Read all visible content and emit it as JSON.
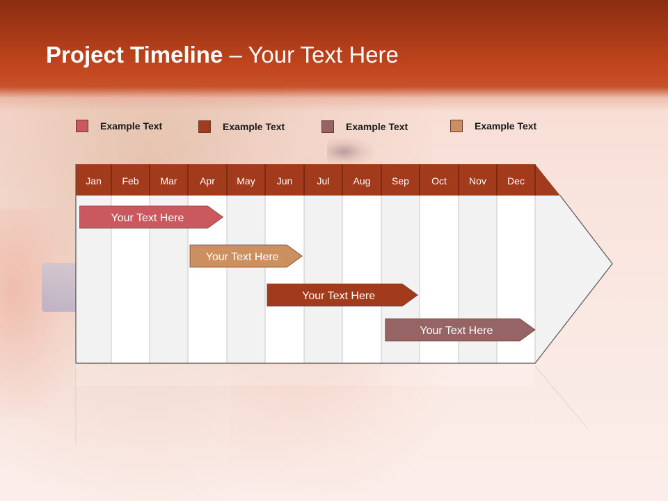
{
  "title": {
    "bold": "Project Timeline",
    "rest": " – Your Text Here"
  },
  "legend": [
    {
      "label": "Example Text",
      "color": "#c9595f"
    },
    {
      "label": "Example Text",
      "color": "#a23a1c"
    },
    {
      "label": "Example Text",
      "color": "#976466"
    },
    {
      "label": "Example Text",
      "color": "#cc9060"
    }
  ],
  "months": [
    "Jan",
    "Feb",
    "Mar",
    "Apr",
    "May",
    "Jun",
    "Jul",
    "Aug",
    "Sep",
    "Oct",
    "Nov",
    "Dec"
  ],
  "tasks": [
    {
      "label": "Your  Text Here",
      "color": "#c9595f",
      "start_month": 1.05,
      "end_month": 4.9
    },
    {
      "label": "Your  Text Here",
      "color": "#cc9060",
      "start_month": 4.0,
      "end_month": 6.95
    },
    {
      "label": "Your  Text Here",
      "color": "#a23a1c",
      "start_month": 6.0,
      "end_month": 9.95
    },
    {
      "label": "Your  Text Here",
      "color": "#976466",
      "start_month": 9.05,
      "end_month": 13.0
    }
  ],
  "colors": {
    "header_band": "#a23a1c",
    "column_light": "#f2f2f2",
    "column_white": "#ffffff"
  }
}
